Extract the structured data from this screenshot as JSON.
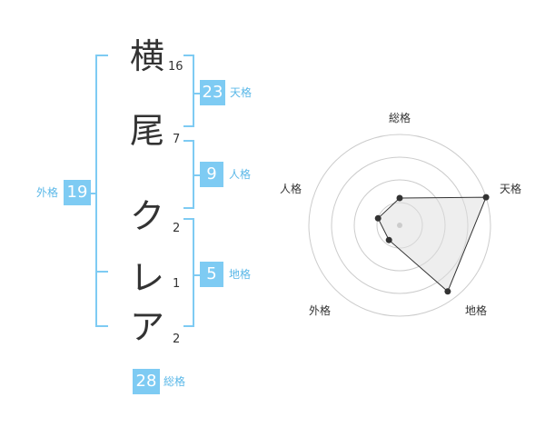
{
  "name_chars": [
    {
      "char": "横",
      "strokes": "16"
    },
    {
      "char": "尾",
      "strokes": "7"
    },
    {
      "char": "ク",
      "strokes": "2"
    },
    {
      "char": "レ",
      "strokes": "1"
    },
    {
      "char": "ア",
      "strokes": "2"
    }
  ],
  "kaku": {
    "tenkaku": {
      "value": "23",
      "label": "天格"
    },
    "jinkaku": {
      "value": "9",
      "label": "人格"
    },
    "chikaku": {
      "value": "5",
      "label": "地格"
    },
    "gaikaku": {
      "value": "19",
      "label": "外格"
    },
    "soukaku": {
      "value": "28",
      "label": "総格"
    }
  },
  "radar": {
    "axes": [
      "総格",
      "天格",
      "地格",
      "外格",
      "人格"
    ],
    "values": [
      0.3,
      1.0,
      0.9,
      0.2,
      0.25
    ],
    "ring_count": 4,
    "line_color": "#333333",
    "fill_color": "#dddddd"
  }
}
